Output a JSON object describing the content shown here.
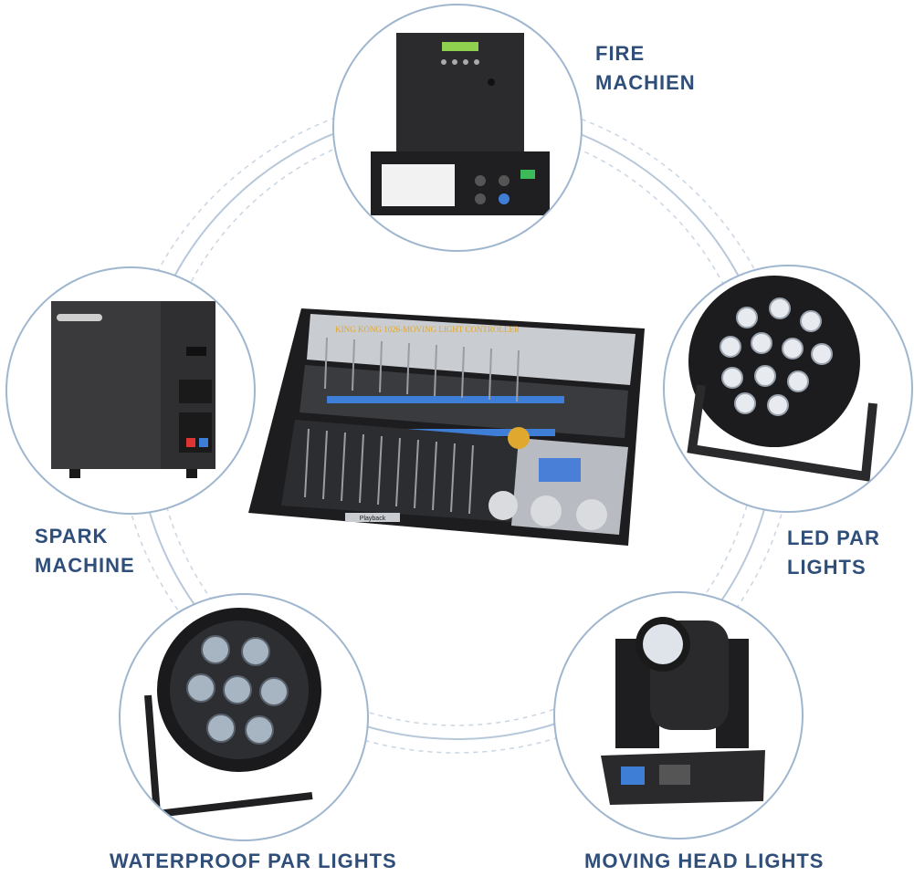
{
  "labels": {
    "fire_line1": "FIRE",
    "fire_line2": "MACHIEN",
    "spark_line1": "SPARK",
    "spark_line2": "MACHINE",
    "ledpar_line1": "LED PAR",
    "ledpar_line2": "LIGHTS",
    "waterproof": "WATERPROOF PAR LIGHTS",
    "moving_head": "MOVING HEAD LIGHTS"
  },
  "console": {
    "title": "KING KONG 1026-MOVING LIGHT CONTROLLER",
    "playback": "Playback"
  },
  "colors": {
    "label": "#2f4f7a",
    "ring": "#9fb6cf",
    "device_dark": "#2a2a2a",
    "console_blue": "#3f7ed6"
  }
}
